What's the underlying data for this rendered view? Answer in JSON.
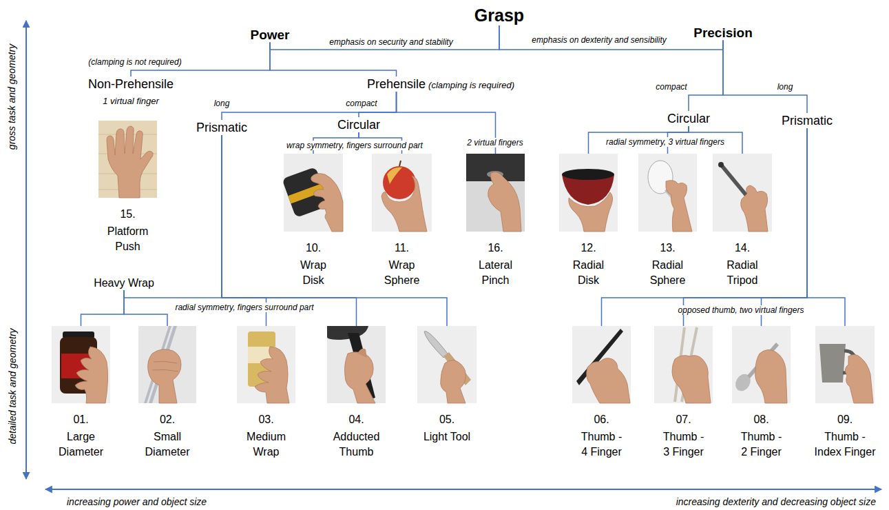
{
  "diagram": {
    "nodes": [
      {
        "text": [
          "Grasp"
        ]
      },
      {
        "text": [
          "Power"
        ]
      },
      {
        "text": [
          "Precision"
        ]
      },
      {
        "text": [
          "Non-Prehensile",
          "1 virtual finger"
        ]
      },
      {
        "text": [
          "Prehensile",
          "(clamping is required)"
        ]
      },
      {
        "text": [
          "Prismatic"
        ]
      },
      {
        "text": [
          "Circular"
        ]
      },
      {
        "text": [
          "Circular"
        ]
      },
      {
        "text": [
          "Prismatic"
        ]
      },
      {
        "text": [
          "15.",
          "Platform Push"
        ]
      },
      {
        "text": [
          "10.",
          "Wrap Disk"
        ]
      },
      {
        "text": [
          "11.",
          "Wrap Sphere"
        ]
      },
      {
        "text": [
          "16.",
          "Lateral Pinch"
        ]
      },
      {
        "text": [
          "12.",
          "Radial Disk"
        ]
      },
      {
        "text": [
          "13.",
          "Radial Sphere"
        ]
      },
      {
        "text": [
          "14.",
          "Radial Tripod"
        ]
      },
      {
        "text": [
          "Heavy Wrap"
        ]
      },
      {
        "text": [
          "01.",
          "Large Diameter"
        ]
      },
      {
        "text": [
          "02.",
          "Small Diameter"
        ]
      },
      {
        "text": [
          "03.",
          "Medium Wrap"
        ]
      },
      {
        "text": [
          "04.",
          "Adducted Thumb"
        ]
      },
      {
        "text": [
          "05.",
          "Light Tool"
        ]
      },
      {
        "text": [
          "06.",
          "Thumb - 4 Finger"
        ]
      },
      {
        "text": [
          "07.",
          "Thumb - 3 Finger"
        ]
      },
      {
        "text": [
          "08.",
          "Thumb - 2 Finger"
        ]
      },
      {
        "text": [
          "09.",
          "Thumb - Index Finger"
        ]
      }
    ],
    "edges": [
      {
        "from": 0,
        "to": 1,
        "label": "emphasis on security and stability",
        "arrow": "none"
      },
      {
        "from": 0,
        "to": 2,
        "label": "emphasis on dexterity and sensibility",
        "arrow": "none"
      },
      {
        "from": 1,
        "to": 3,
        "label": "(clamping is not required)",
        "arrow": "none"
      },
      {
        "from": 1,
        "to": 4,
        "arrow": "none"
      },
      {
        "from": 4,
        "to": 5,
        "label": "long",
        "arrow": "none"
      },
      {
        "from": 4,
        "to": 6,
        "label": "compact",
        "arrow": "none"
      },
      {
        "from": 4,
        "to": 12,
        "label": "2 virtual fingers",
        "arrow": "none"
      },
      {
        "from": 5,
        "to": 16,
        "arrow": "none"
      },
      {
        "from": 5,
        "to": 19,
        "label": "radial symmetry, fingers surround part",
        "arrow": "none"
      },
      {
        "from": 5,
        "to": 20,
        "arrow": "none"
      },
      {
        "from": 5,
        "to": 21,
        "arrow": "none"
      },
      {
        "from": 16,
        "to": 17,
        "arrow": "none"
      },
      {
        "from": 16,
        "to": 18,
        "arrow": "none"
      },
      {
        "from": 6,
        "to": 10,
        "label": "wrap symmetry, fingers surround part",
        "arrow": "none"
      },
      {
        "from": 6,
        "to": 11,
        "arrow": "none"
      },
      {
        "from": 2,
        "to": 7,
        "label": "compact",
        "arrow": "none"
      },
      {
        "from": 2,
        "to": 8,
        "label": "long",
        "arrow": "none"
      },
      {
        "from": 7,
        "to": 13,
        "arrow": "none"
      },
      {
        "from": 7,
        "to": 14,
        "label": "radial symmetry, 3 virtual fingers",
        "arrow": "none"
      },
      {
        "from": 7,
        "to": 15,
        "arrow": "none"
      },
      {
        "from": 8,
        "to": 22,
        "arrow": "none"
      },
      {
        "from": 8,
        "to": 23,
        "label": "opposed thumb, two virtual fingers",
        "arrow": "none"
      },
      {
        "from": 8,
        "to": 24,
        "arrow": "none"
      },
      {
        "from": 8,
        "to": 25,
        "arrow": "none"
      }
    ],
    "labels": [
      "gross task and geometry",
      "detailed task and geometry",
      "increasing power and object size",
      "increasing dexterity and decreasing object size"
    ]
  }
}
